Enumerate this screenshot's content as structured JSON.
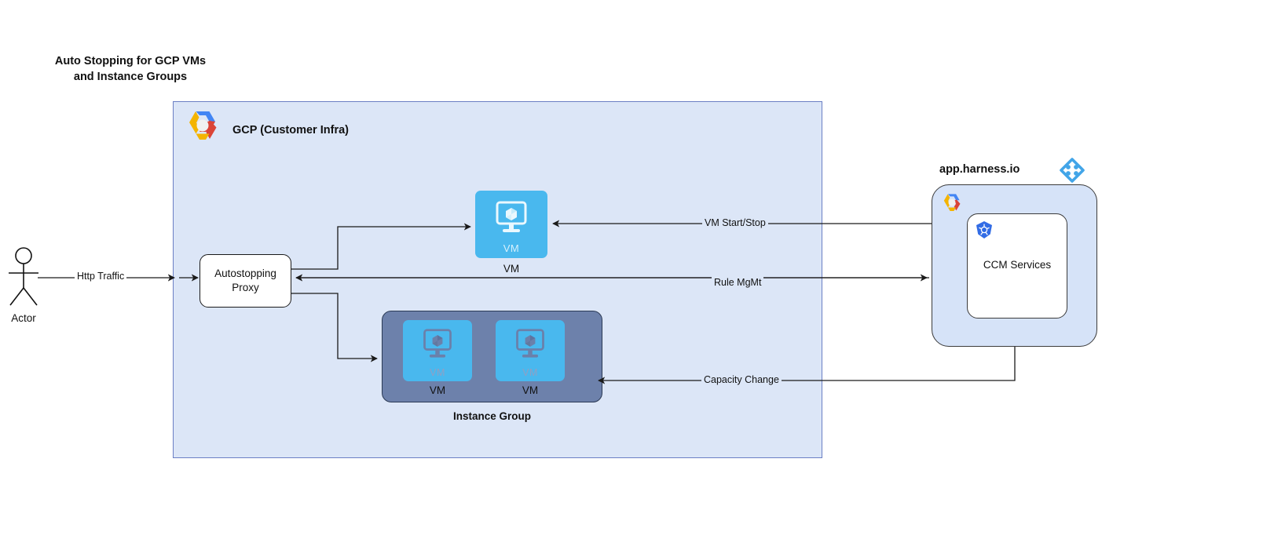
{
  "title": "Auto Stopping for GCP VMs\nand Instance Groups",
  "colors": {
    "gcp_container_fill": "#dce6f7",
    "gcp_container_border": "#6b7fc4",
    "vm_box_fill": "#49b8ee",
    "instance_group_fill": "#6d81ab",
    "harness_panel_fill": "#d6e3f8",
    "harness_logo_blue": "#42a5e8",
    "kubernetes_blue": "#326ce5",
    "line": "#1a1a1a",
    "page_background": "#ffffff"
  },
  "actor": {
    "label": "Actor",
    "icon": "stick-figure-icon"
  },
  "gcp_container": {
    "label": "GCP (Customer Infra)",
    "icon": "gcp-logo-icon"
  },
  "proxy": {
    "label": "Autostopping\nProxy"
  },
  "vm_node": {
    "inner_label": "VM",
    "caption": "VM",
    "icon": "vm-monitor-cube-icon"
  },
  "instance_group": {
    "caption": "Instance Group",
    "vms": [
      {
        "inner_label": "VM",
        "caption": "VM",
        "icon": "vm-monitor-cube-icon"
      },
      {
        "inner_label": "VM",
        "caption": "VM",
        "icon": "vm-monitor-cube-icon"
      }
    ]
  },
  "harness": {
    "title": "app.harness.io",
    "logo_icon": "harness-diamond-logo-icon",
    "panel_gcp_icon": "gcp-logo-icon",
    "service": {
      "label": "CCM Services",
      "icon": "kubernetes-icon"
    }
  },
  "edges": [
    {
      "id": "http-traffic",
      "label": "Http Traffic",
      "from": "Actor",
      "to": "Autostopping Proxy"
    },
    {
      "id": "vm-start-stop",
      "label": "VM Start/Stop",
      "from": "CCM Services",
      "to": "VM"
    },
    {
      "id": "rule-mgmt",
      "label": "Rule MgMt",
      "from": "Autostopping Proxy",
      "to": "CCM Services"
    },
    {
      "id": "capacity-change",
      "label": "Capacity Change",
      "from": "CCM Services",
      "to": "Instance Group"
    },
    {
      "id": "proxy-to-vm",
      "label": "",
      "from": "Autostopping Proxy",
      "to": "VM"
    },
    {
      "id": "proxy-to-instance-group",
      "label": "",
      "from": "Autostopping Proxy",
      "to": "Instance Group"
    }
  ]
}
